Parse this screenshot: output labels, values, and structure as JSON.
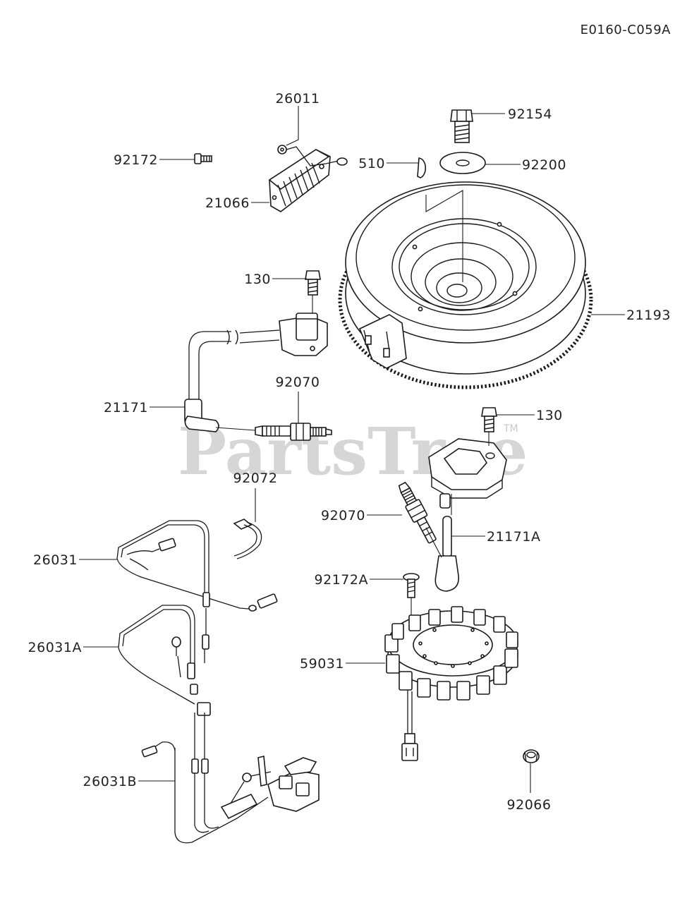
{
  "diagram": {
    "code": "E0160-C059A",
    "watermark": "PartsTree",
    "trademark": "TM"
  },
  "callouts": [
    {
      "id": "26011",
      "label": "26011"
    },
    {
      "id": "92172",
      "label": "92172"
    },
    {
      "id": "21066",
      "label": "21066"
    },
    {
      "id": "92154",
      "label": "92154"
    },
    {
      "id": "92200",
      "label": "92200"
    },
    {
      "id": "510",
      "label": "510"
    },
    {
      "id": "130-a",
      "label": "130"
    },
    {
      "id": "21193",
      "label": "21193"
    },
    {
      "id": "92070-a",
      "label": "92070"
    },
    {
      "id": "21171",
      "label": "21171"
    },
    {
      "id": "130-b",
      "label": "130"
    },
    {
      "id": "92072",
      "label": "92072"
    },
    {
      "id": "92070-b",
      "label": "92070"
    },
    {
      "id": "21171A",
      "label": "21171A"
    },
    {
      "id": "26031",
      "label": "26031"
    },
    {
      "id": "92172A",
      "label": "92172A"
    },
    {
      "id": "26031A",
      "label": "26031A"
    },
    {
      "id": "59031",
      "label": "59031"
    },
    {
      "id": "92066",
      "label": "92066"
    },
    {
      "id": "26031B",
      "label": "26031B"
    }
  ]
}
